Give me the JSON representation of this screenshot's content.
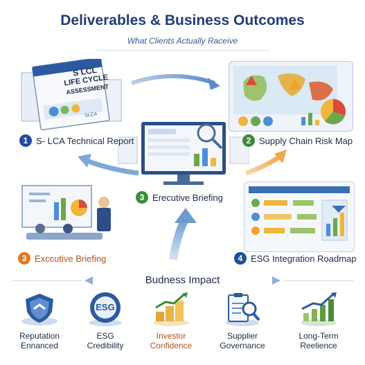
{
  "header": {
    "title": "Deliverables & Business Outcomes",
    "subtitle": "What Clients Actually Raceive"
  },
  "report_cover": {
    "line1": "S LCL",
    "line2": "LIFE CYCLE",
    "line3": "ASSESSMENT",
    "footer": "SLCA"
  },
  "deliverables": [
    {
      "number": "1",
      "label": "S- LCA Technical Report",
      "color": "#1f4d9a"
    },
    {
      "number": "2",
      "label": "Supply Chain Risk Map",
      "color": "#3d8a3a"
    },
    {
      "number": "3",
      "label": "Erecutive Briefing",
      "color": "#3d8a3a"
    },
    {
      "number": "3",
      "label": "Exccutive Briefing",
      "color": "#e07a22"
    },
    {
      "number": "4",
      "label": "ESG Integration Roadmap",
      "color": "#1f4d9a"
    }
  ],
  "impact": {
    "title": "Budness Impact",
    "items": [
      {
        "line1": "Reputation",
        "line2": "Ennanced",
        "icon": "shield-icon"
      },
      {
        "line1": "ESG",
        "line2": "Credibility",
        "icon": "esg-seal-icon",
        "seal_text": "ESG"
      },
      {
        "line1": "Investor",
        "line2": "Confidence",
        "icon": "coins-growth-icon"
      },
      {
        "line1": "Supplier",
        "line2": "Governance",
        "icon": "clipboard-magnifier-icon"
      },
      {
        "line1": "Long-Term",
        "line2": "Reelience",
        "icon": "growth-chart-icon"
      }
    ]
  },
  "colors": {
    "title": "#1f3d7a",
    "blue_badge": "#1f4d9a",
    "green_badge": "#3d8a3a",
    "orange_badge": "#e07a22",
    "orange_text": "#b5541a"
  }
}
